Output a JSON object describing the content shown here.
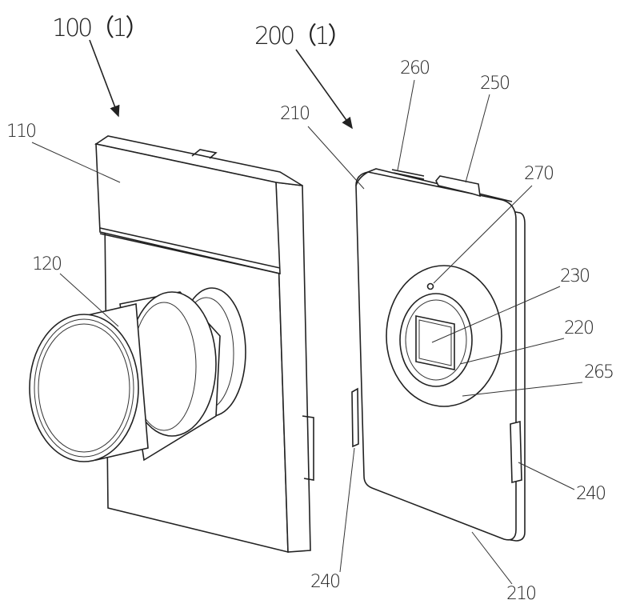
{
  "figure": {
    "labels": {
      "device1": "100（1）",
      "device2": "200（1）",
      "l110": "110",
      "l120": "120",
      "l210_top": "210",
      "l260": "260",
      "l250": "250",
      "l270": "270",
      "l230": "230",
      "l220": "220",
      "l265": "265",
      "l240_right": "240",
      "l240_bottom": "240",
      "l210_bottom": "210"
    }
  }
}
